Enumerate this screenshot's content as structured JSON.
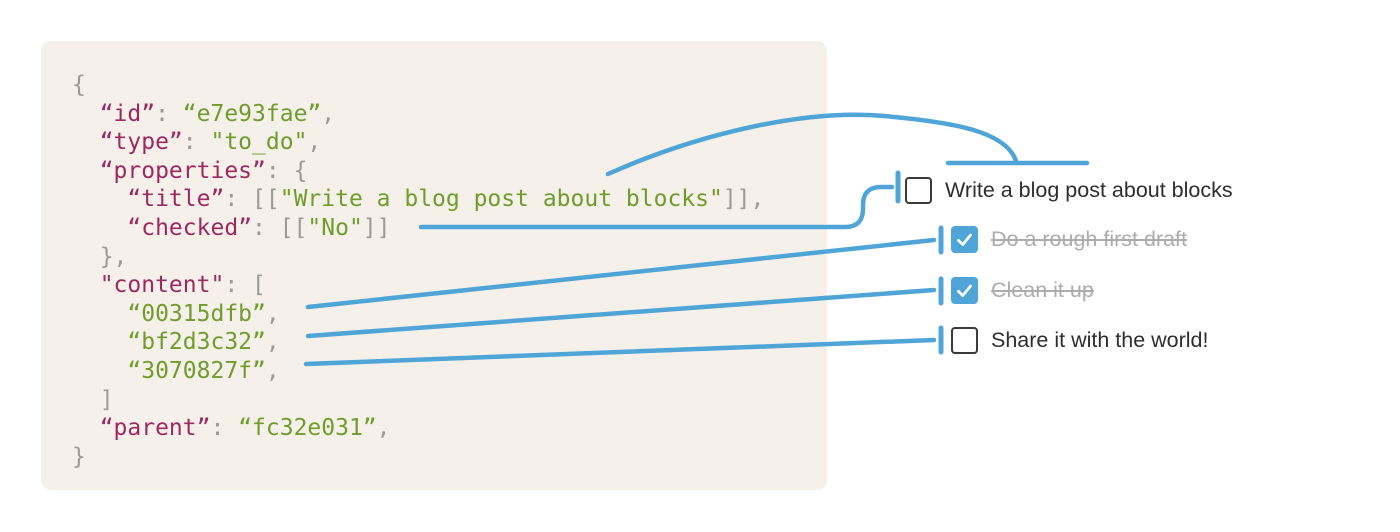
{
  "colors": {
    "accent": "#4FA5D8",
    "code-bg": "#F5F1EA",
    "key": "#9D2963",
    "string": "#6F9D2B",
    "punct": "#9A9A96",
    "item-dark": "#2E2E2E",
    "item-gray": "#ACACAE",
    "box-border": "#3A3A3A",
    "page-bg": "#FFFFFF"
  },
  "code_block": {
    "language": "json",
    "lines": [
      [
        [
          "p",
          "{"
        ]
      ],
      [
        [
          "k",
          "  “id”"
        ],
        [
          "p",
          ": "
        ],
        [
          "s",
          "“e7e93fae”"
        ],
        [
          "p",
          ","
        ]
      ],
      [
        [
          "k",
          "  “type”"
        ],
        [
          "p",
          ": "
        ],
        [
          "s",
          "\"to_do\""
        ],
        [
          "p",
          ","
        ]
      ],
      [
        [
          "k",
          "  “properties”"
        ],
        [
          "p",
          ": {"
        ]
      ],
      [
        [
          "k",
          "    “title”"
        ],
        [
          "p",
          ": [["
        ],
        [
          "s",
          "\"Write a blog post about blocks\""
        ],
        [
          "p",
          "]],"
        ]
      ],
      [
        [
          "k",
          "    “checked”"
        ],
        [
          "p",
          ": [["
        ],
        [
          "s",
          "\"No\""
        ],
        [
          "p",
          "]]"
        ]
      ],
      [
        [
          "p",
          "  },"
        ]
      ],
      [
        [
          "k",
          "  \"content\""
        ],
        [
          "p",
          ": ["
        ]
      ],
      [
        [
          "s",
          "    “00315dfb”"
        ],
        [
          "p",
          ","
        ]
      ],
      [
        [
          "s",
          "    “bf2d3c32”"
        ],
        [
          "p",
          ","
        ]
      ],
      [
        [
          "s",
          "    “3070827f”"
        ],
        [
          "p",
          ","
        ]
      ],
      [
        [
          "p",
          "  ]"
        ]
      ],
      [
        [
          "k",
          "  “parent”"
        ],
        [
          "p",
          ": "
        ],
        [
          "s",
          "“fc32e031”"
        ],
        [
          "p",
          ","
        ]
      ],
      [
        [
          "p",
          "}"
        ]
      ]
    ]
  },
  "todo_list": {
    "items": [
      {
        "label": "Write a blog post about blocks",
        "checked": false,
        "struck": false
      },
      {
        "label": "Do a rough first draft",
        "checked": true,
        "struck": true
      },
      {
        "label": "Clean it up",
        "checked": true,
        "struck": true
      },
      {
        "label": "Share it with the world!",
        "checked": false,
        "struck": false
      }
    ]
  },
  "connections": [
    {
      "from": "properties.title",
      "to": "todo item 1 label"
    },
    {
      "from": "properties.checked",
      "to": "todo item 1 checkbox"
    },
    {
      "from": "content[0] 00315dfb",
      "to": "todo item 2"
    },
    {
      "from": "content[1] bf2d3c32",
      "to": "todo item 3"
    },
    {
      "from": "content[2] 3070827f",
      "to": "todo item 4"
    }
  ]
}
